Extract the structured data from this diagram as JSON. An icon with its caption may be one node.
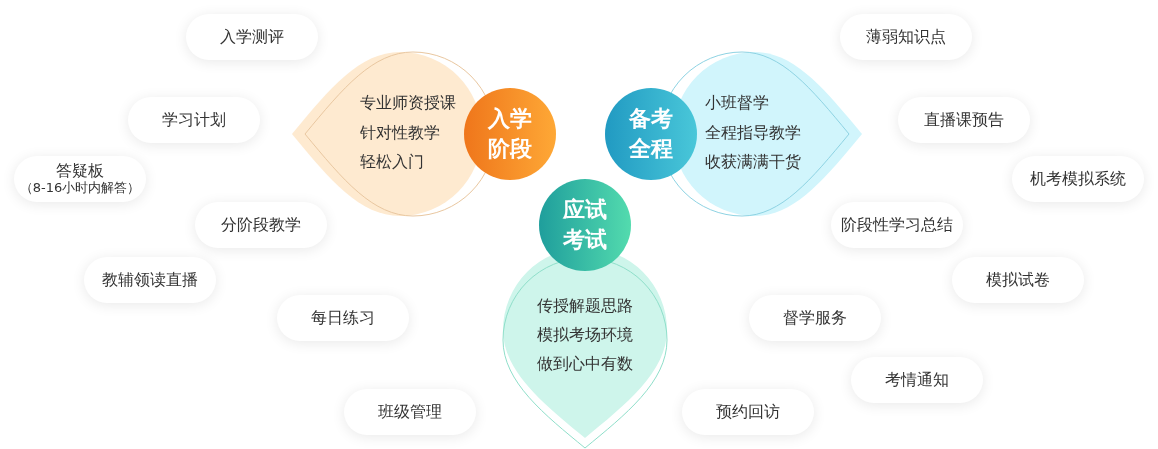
{
  "diagram": {
    "nodes": [
      {
        "text": [
          "入学阶段",
          "专业师资授课",
          "针对性教学",
          "轻松入门"
        ]
      },
      {
        "text": [
          "备考全程",
          "小班督学",
          "全程指导教学",
          "收获满满干货"
        ]
      },
      {
        "text": [
          "应试考试",
          "传授解题思路",
          "模拟考场环境",
          "做到心中有数"
        ]
      },
      {
        "text": [
          "入学测评"
        ]
      },
      {
        "text": [
          "学习计划"
        ]
      },
      {
        "text": [
          "答疑板",
          "（8-16小时内解答）"
        ]
      },
      {
        "text": [
          "分阶段教学"
        ]
      },
      {
        "text": [
          "教辅领读直播"
        ]
      },
      {
        "text": [
          "每日练习"
        ]
      },
      {
        "text": [
          "班级管理"
        ]
      },
      {
        "text": [
          "薄弱知识点"
        ]
      },
      {
        "text": [
          "直播课预告"
        ]
      },
      {
        "text": [
          "机考模拟系统"
        ]
      },
      {
        "text": [
          "阶段性学习总结"
        ]
      },
      {
        "text": [
          "模拟试卷"
        ]
      },
      {
        "text": [
          "督学服务"
        ]
      },
      {
        "text": [
          "考情通知"
        ]
      },
      {
        "text": [
          "预约回访"
        ]
      }
    ]
  }
}
